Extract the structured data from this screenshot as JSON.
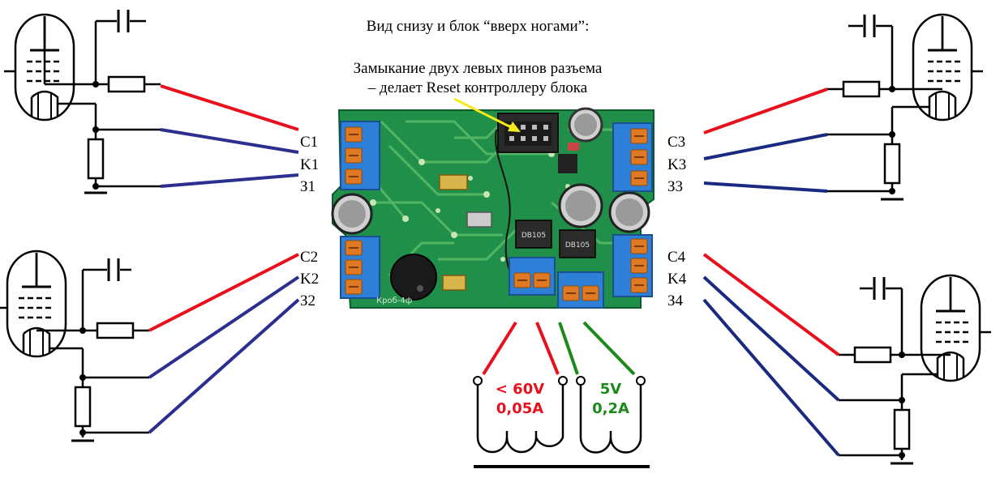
{
  "caption": {
    "title": "Вид снизу и блок “вверх ногами”:",
    "note_line1": "Замыкание двух левых пинов разъема",
    "note_line2": "– делает Reset контроллеру блока"
  },
  "terminals": {
    "left": [
      "C1",
      "K1",
      "З1",
      "C2",
      "K2",
      "З2"
    ],
    "right": [
      "C3",
      "K3",
      "З3",
      "C4",
      "K4",
      "З4"
    ]
  },
  "board": {
    "silkscreen": "Кроб-4ф",
    "bridge_label": "DB105"
  },
  "transformer": {
    "hv_line1": "< 60V",
    "hv_line2": "0,05A",
    "lv_line1": "5V",
    "lv_line2": "0,2A"
  },
  "colors": {
    "anode_wire": "#e8101c",
    "cathode_wire": "#2c2f8f",
    "hv_wire": "#e8101c",
    "lv_wire": "#1b8a1b",
    "pcb": "#1f8f4a",
    "terminal_block": "#2e7fd8",
    "terminal_screw": "#e07a22",
    "note_arrow": "#f5ea1a"
  }
}
